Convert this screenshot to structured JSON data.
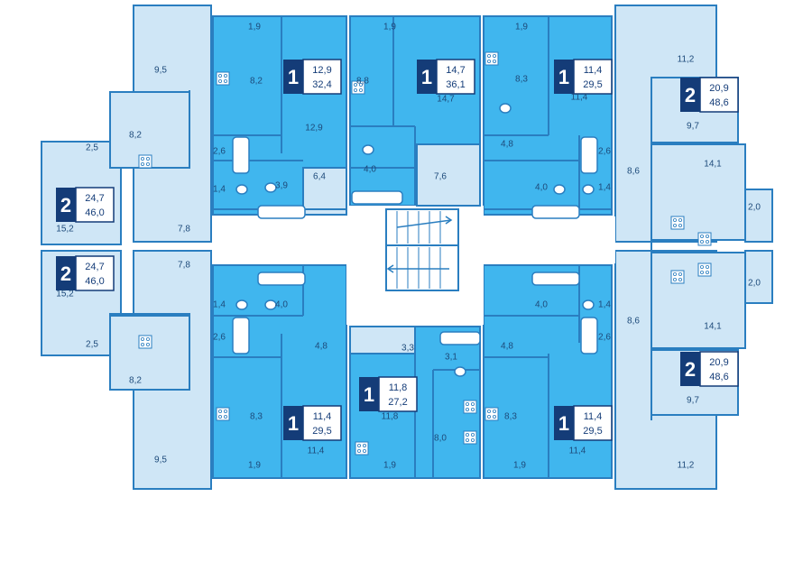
{
  "colors": {
    "light": "#cfe6f6",
    "medium": "#40b6ee",
    "wall": "#2a7ec0",
    "label": "#1d4a7a",
    "badge": "#143c78",
    "fixture": "#ffffff"
  },
  "apartments": [
    {
      "rooms": "1",
      "living": "12,9",
      "total": "32,4"
    },
    {
      "rooms": "1",
      "living": "14,7",
      "total": "36,1"
    },
    {
      "rooms": "1",
      "living": "11,4",
      "total": "29,5"
    },
    {
      "rooms": "2",
      "living": "20,9",
      "total": "48,6"
    },
    {
      "rooms": "2",
      "living": "24,7",
      "total": "46,0"
    },
    {
      "rooms": "2",
      "living": "24,7",
      "total": "46,0"
    },
    {
      "rooms": "2",
      "living": "20,9",
      "total": "48,6"
    },
    {
      "rooms": "1",
      "living": "11,8",
      "total": "27,2"
    },
    {
      "rooms": "1",
      "living": "11,4",
      "total": "29,5"
    },
    {
      "rooms": "1",
      "living": "11,4",
      "total": "29,5"
    }
  ],
  "room_areas": [
    "1,9",
    "8,2",
    "12,9",
    "2,6",
    "1,4",
    "3,9",
    "6,4",
    "1,9",
    "8,8",
    "14,7",
    "4,0",
    "7,6",
    "1,9",
    "8,3",
    "11,4",
    "4,8",
    "2,6",
    "4,0",
    "1,4",
    "9,5",
    "8,2",
    "2,5",
    "15,2",
    "7,8",
    "11,2",
    "9,7",
    "8,6",
    "14,1",
    "2,0",
    "7,8",
    "15,2",
    "2,5",
    "8,2",
    "9,5",
    "1,4",
    "2,6",
    "4,0",
    "4,8",
    "8,3",
    "11,4",
    "1,9",
    "3,3",
    "3,1",
    "11,8",
    "8,0",
    "1,9",
    "4,0",
    "1,4",
    "2,6",
    "4,8",
    "8,3",
    "11,4",
    "1,9",
    "8,6",
    "2,0",
    "14,1",
    "9,7",
    "11,2"
  ]
}
